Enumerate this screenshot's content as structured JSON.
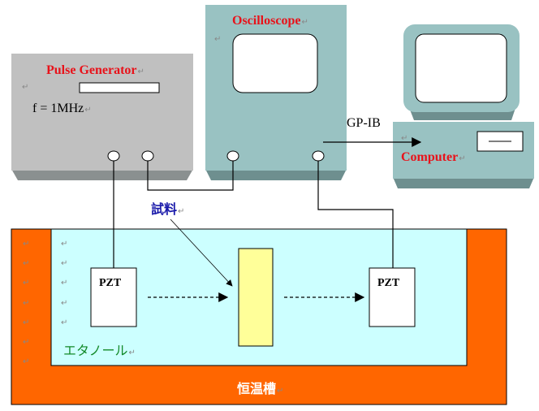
{
  "devices": {
    "pulse_generator": {
      "title": "Pulse Generator",
      "frequency": "f = 1MHz"
    },
    "oscilloscope": {
      "title": "Oscilloscope"
    },
    "computer": {
      "title": "Computer"
    }
  },
  "connections": {
    "bus_label": "GP-IB"
  },
  "bath": {
    "sample_label": "試料",
    "liquid_label": "エタノール",
    "bath_label": "恒温槽",
    "transducer_left": "PZT",
    "transducer_right": "PZT"
  },
  "return_mark": "↵",
  "colors": {
    "generator_body": "#c0c0c0",
    "instrument_body": "#99c2c2",
    "bath_outer": "#ff6600",
    "bath_inner": "#ccffff",
    "sample": "#ffff99",
    "title_red": "#e8121a",
    "sample_label_blue": "#1a1aaa",
    "liquid_label_green": "#138a2a"
  }
}
